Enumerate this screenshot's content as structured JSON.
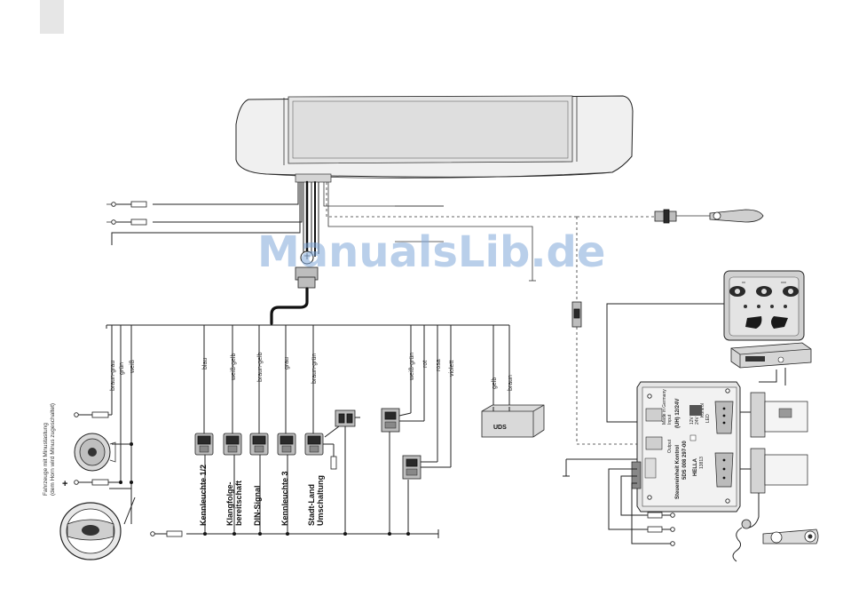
{
  "watermark": "ManualsLib.de",
  "note": [
    "Fahrzeuge mit Minustastung",
    "(dem Horn wird Minus zugeschaltet)"
  ],
  "wire_colors": [
    "braun-grau",
    "grün",
    "weiß",
    "blau",
    "weiß-gelb",
    "braun-gelb",
    "grau",
    "braun-grün",
    "weiß-grün",
    "rot",
    "rosa",
    "violett",
    "gelb",
    "braun"
  ],
  "switch_labels": [
    "Kennleuchte 1/2",
    "Klangfolge-\nbereitschaft",
    "DIN-Signal",
    "Kennleuchte 3",
    "Stadt-Land\nUmschaltung"
  ],
  "uds_label": "UDS",
  "plus_sign": "+",
  "control_unit": {
    "title": "Steuereinheit Kontrol",
    "title_suffix": "(UH) 12/24V",
    "part_no": "5DS 008 297-00",
    "maker": "HELLA",
    "tiny_text": [
      "Made in Germany",
      "12V",
      "24V",
      "Input",
      "Output",
      "Kontrol",
      "LED",
      "13813"
    ]
  }
}
